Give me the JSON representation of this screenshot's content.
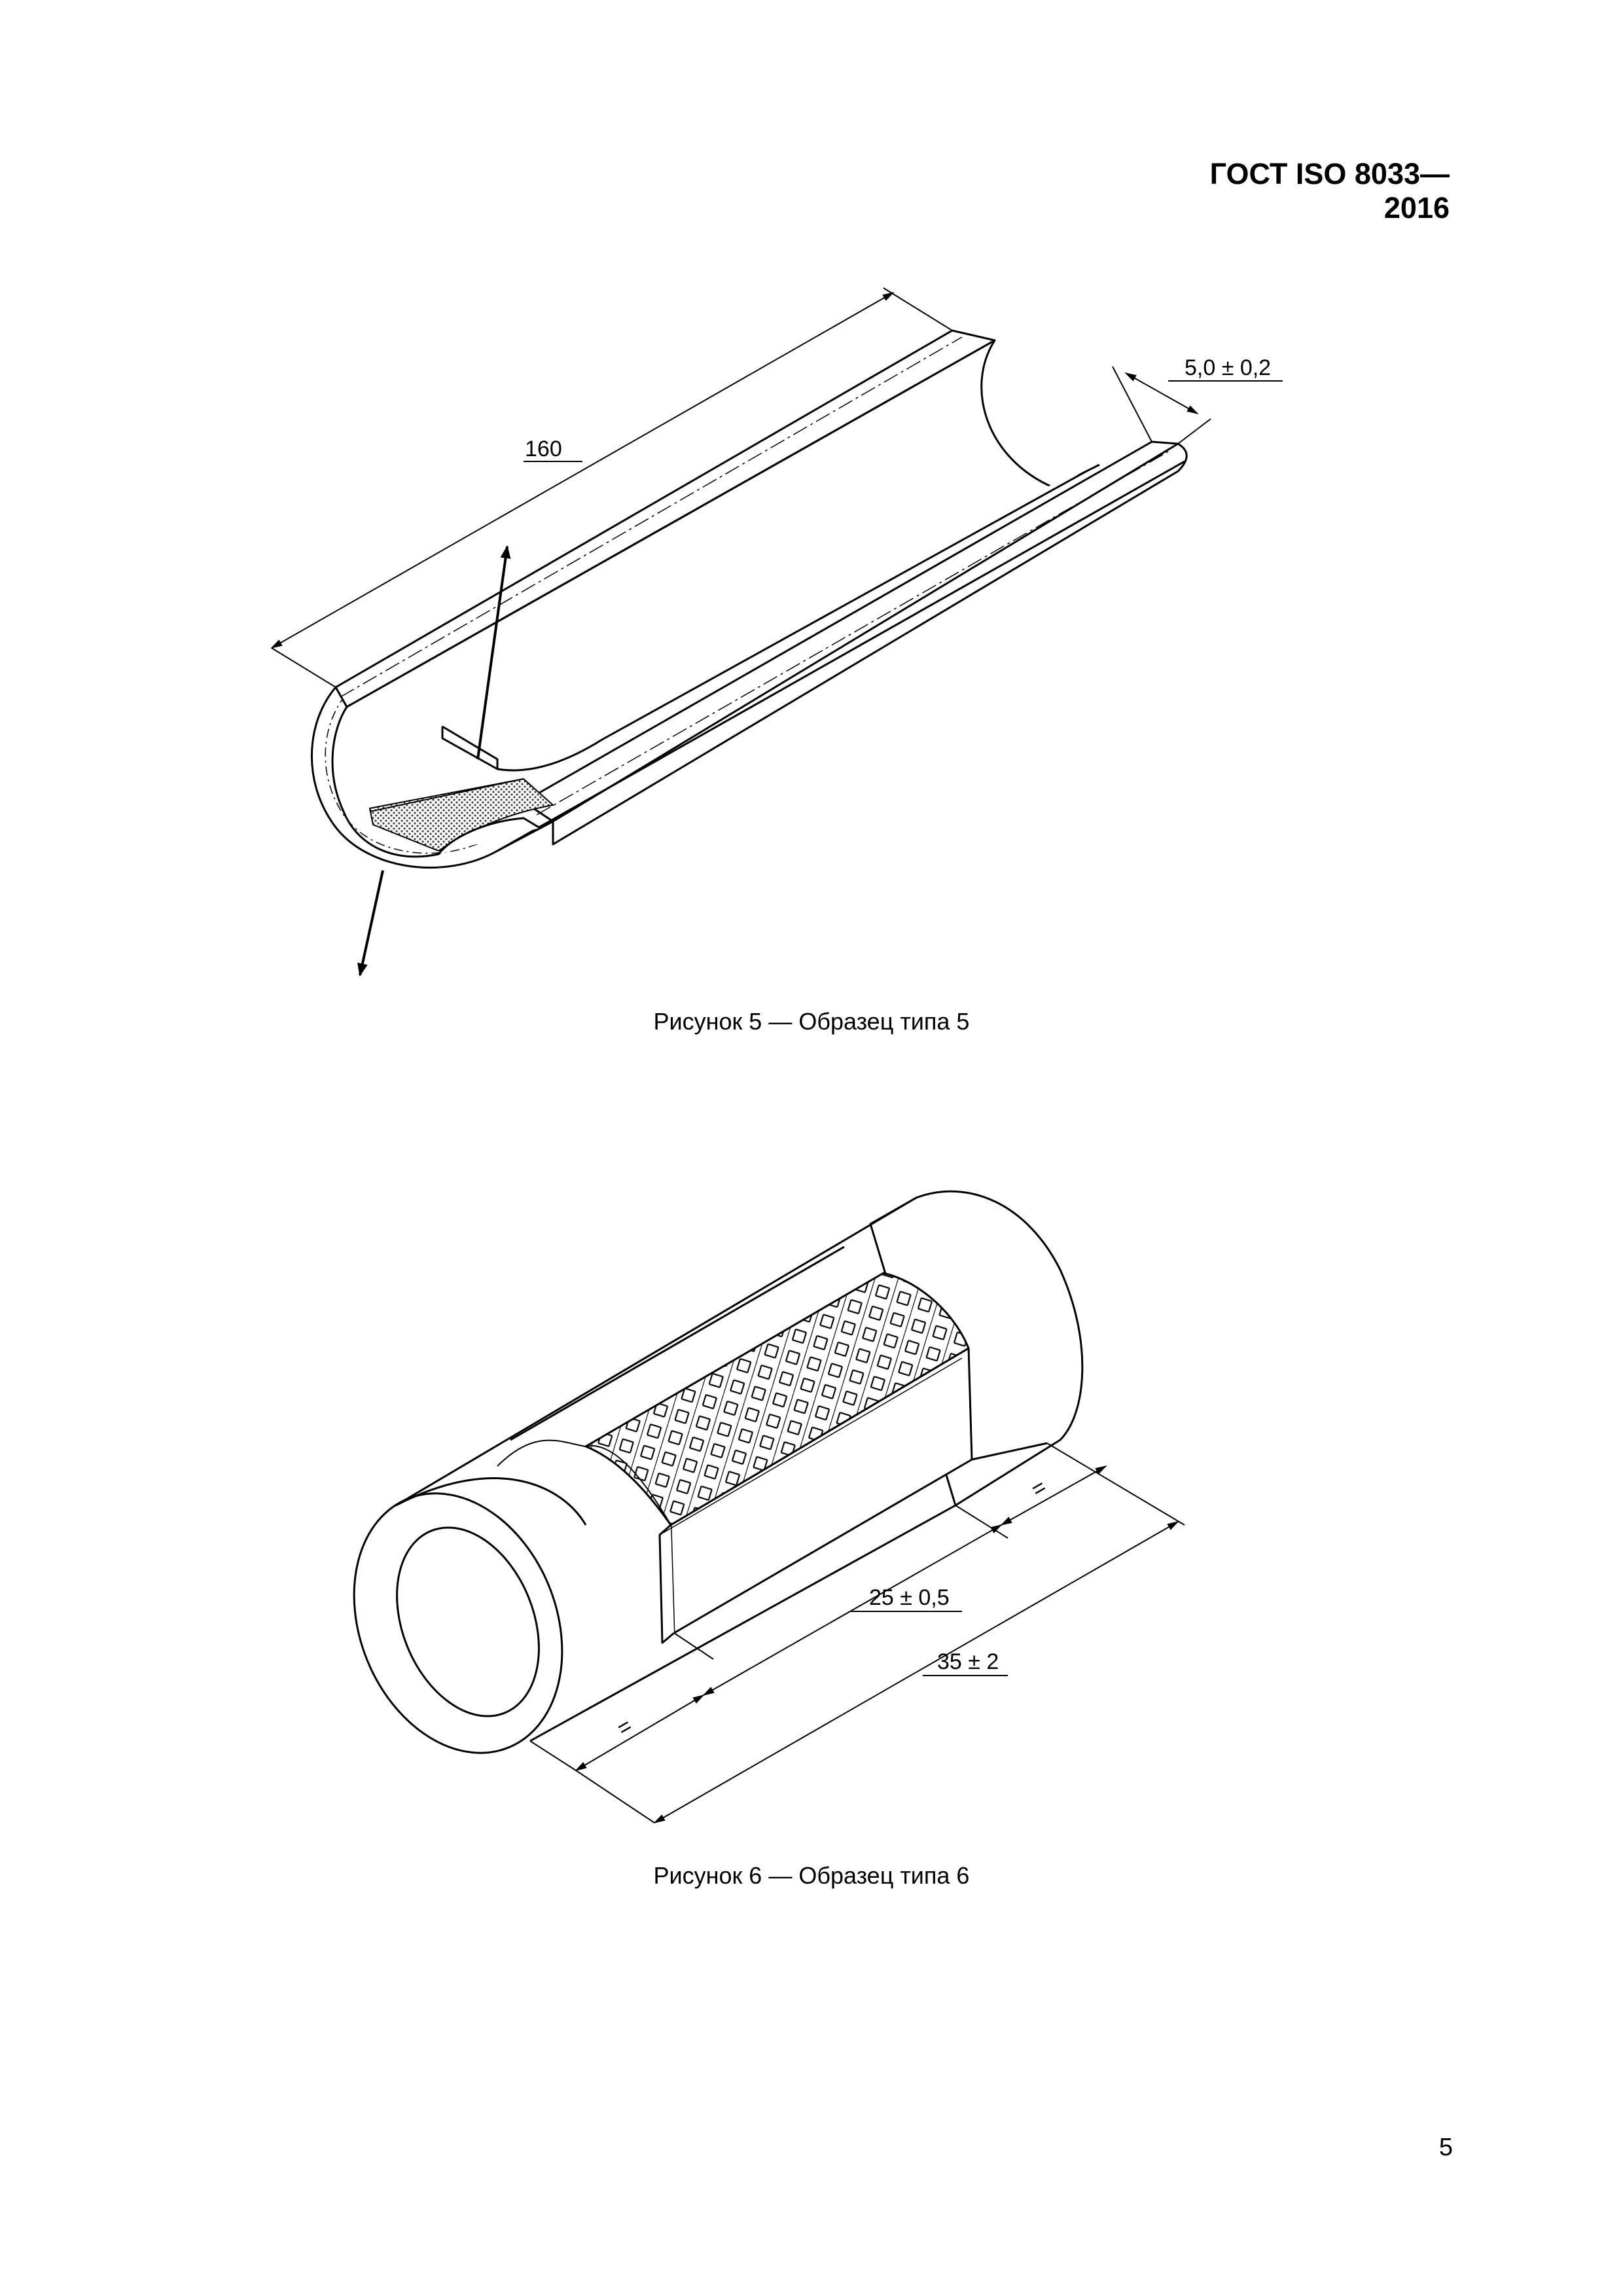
{
  "header": {
    "document_code": "ГОСТ ISO 8033—2016"
  },
  "figure5": {
    "caption": "Рисунок 5 — Образец типа 5",
    "dim_length": "160",
    "dim_width": "5,0 ± 0,2"
  },
  "figure6": {
    "caption": "Рисунок 6 — Образец типа 6",
    "dim_inner": "25 ± 0,5",
    "dim_outer": "35 ± 2",
    "equal_mark": "="
  },
  "footer": {
    "page_number": "5"
  }
}
